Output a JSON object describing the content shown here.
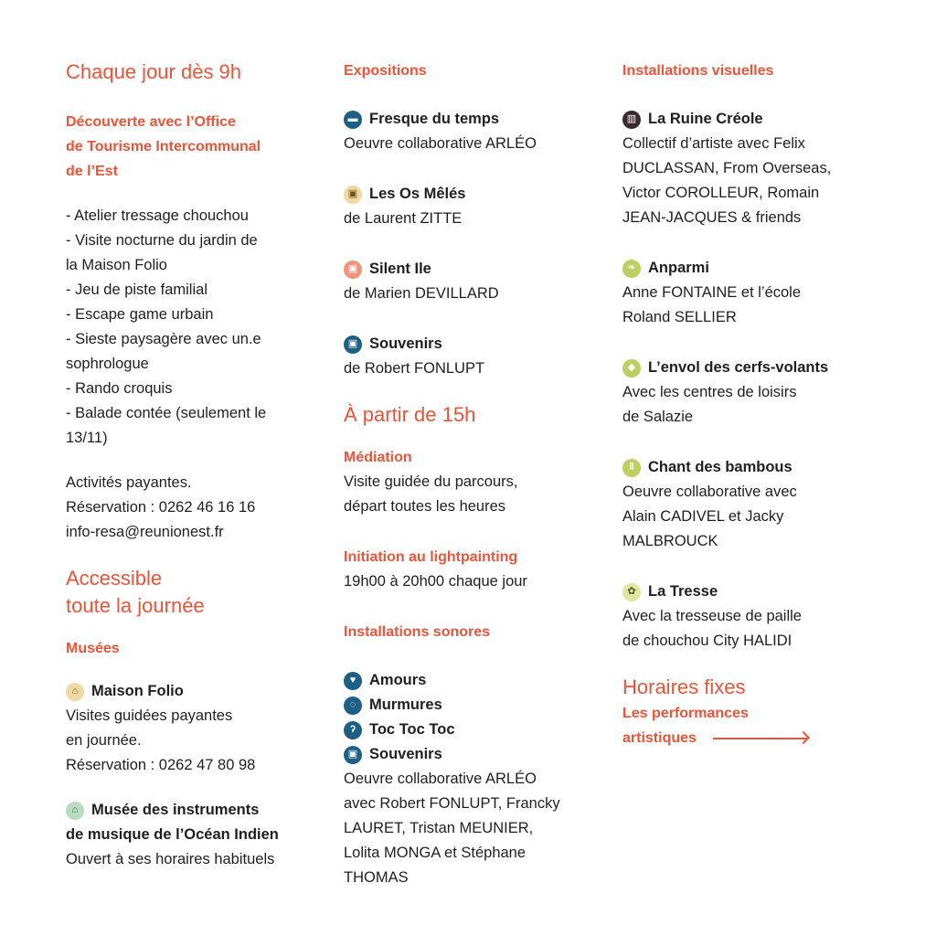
{
  "col1": {
    "heading1": "Chaque jour dès 9h",
    "sub1_lines": [
      "Découverte avec l’Office",
      "de Tourisme Intercommunal",
      "de l’Est"
    ],
    "activities": [
      "- Atelier tressage chouchou",
      "- Visite nocturne du jardin de",
      "la Maison Folio",
      "- Jeu de piste familial",
      "- Escape game urbain",
      "- Sieste paysagère avec un.e",
      "sophrologue",
      "- Rando croquis",
      "- Balade contée (seulement le",
      "13/11)"
    ],
    "info_lines": [
      "Activités payantes.",
      "Réservation : 0262 46 16 16",
      "info-resa@reunionest.fr"
    ],
    "heading2_lines": [
      "Accessible",
      "toute la journée"
    ],
    "museums_label": "Musées",
    "museum1": {
      "title": "Maison Folio",
      "icon": "museum-icon",
      "lines": [
        "Visites guidées payantes",
        "en journée.",
        "Réservation : 0262 47 80 98"
      ]
    },
    "museum2": {
      "title_lines": [
        "Musée des instruments",
        "de musique de l’Océan Indien"
      ],
      "icon": "museum-icon",
      "lines": [
        "Ouvert à ses horaires habituels"
      ]
    }
  },
  "col2": {
    "expo_label": "Expositions",
    "expos": [
      {
        "title": "Fresque du temps",
        "desc": "Oeuvre collaborative ARLÉO",
        "icon": "speech-bubble-icon",
        "color": "#1e5f86"
      },
      {
        "title": "Les Os Mêlés",
        "desc": "de Laurent ZITTE",
        "icon": "photo-icon",
        "color": "#f1d7a4"
      },
      {
        "title": "Silent Ile",
        "desc": "de Marien DEVILLARD",
        "icon": "photo-icon",
        "color": "#f0937a"
      },
      {
        "title": "Souvenirs",
        "desc": "de Robert FONLUPT",
        "icon": "photo-icon",
        "color": "#1e5f86"
      }
    ],
    "heading": "À partir de 15h",
    "mediation_label": "Médiation",
    "mediation_lines": [
      "Visite guidée du parcours,",
      "départ toutes les heures"
    ],
    "lightpainting_label": "Initiation au lightpainting",
    "lightpainting_text": "19h00 à 20h00 chaque jour",
    "sonores_label": "Installations sonores",
    "sonores": [
      {
        "title": "Amours",
        "icon": "heart-icon"
      },
      {
        "title": "Murmures",
        "icon": "speech-icon"
      },
      {
        "title": "Toc Toc Toc",
        "icon": "ear-icon"
      },
      {
        "title": "Souvenirs",
        "icon": "photo-icon"
      }
    ],
    "sonores_desc_lines": [
      "Oeuvre collaborative ARLÉO",
      "avec Robert FONLUPT, Francky",
      "LAURET, Tristan MEUNIER,",
      "Lolita MONGA et Stéphane",
      "THOMAS"
    ]
  },
  "col3": {
    "visual_label": "Installations visuelles",
    "items": [
      {
        "title": "La Ruine Créole",
        "icon": "building-icon",
        "color": "#3a2a2c",
        "lines": [
          "Collectif d’artiste avec Felix",
          "DUCLASSAN, From Overseas,",
          "Victor COROLLEUR, Romain",
          "JEAN-JACQUES & friends"
        ]
      },
      {
        "title": "Anparmi",
        "icon": "leaf-icon",
        "color": "#bfce61",
        "lines": [
          "Anne FONTAINE et l’école",
          "Roland SELLIER"
        ]
      },
      {
        "title": "L’envol des cerfs-volants",
        "icon": "kite-icon",
        "color": "#bfce61",
        "lines": [
          "Avec les centres de loisirs",
          "de Salazie"
        ]
      },
      {
        "title": "Chant des bambous",
        "icon": "bamboo-icon",
        "color": "#bfce61",
        "lines": [
          "Oeuvre collaborative avec",
          "Alain CADIVEL et Jacky",
          "MALBROUCK"
        ]
      },
      {
        "title": "La Tresse",
        "icon": "braid-icon",
        "color": "#dfe6a0",
        "lines": [
          "Avec la tresseuse de paille",
          "de chouchou City HALIDI"
        ]
      }
    ],
    "horaires_heading": "Horaires fixes",
    "perf_lines": [
      "Les performances",
      "artistiques"
    ]
  }
}
